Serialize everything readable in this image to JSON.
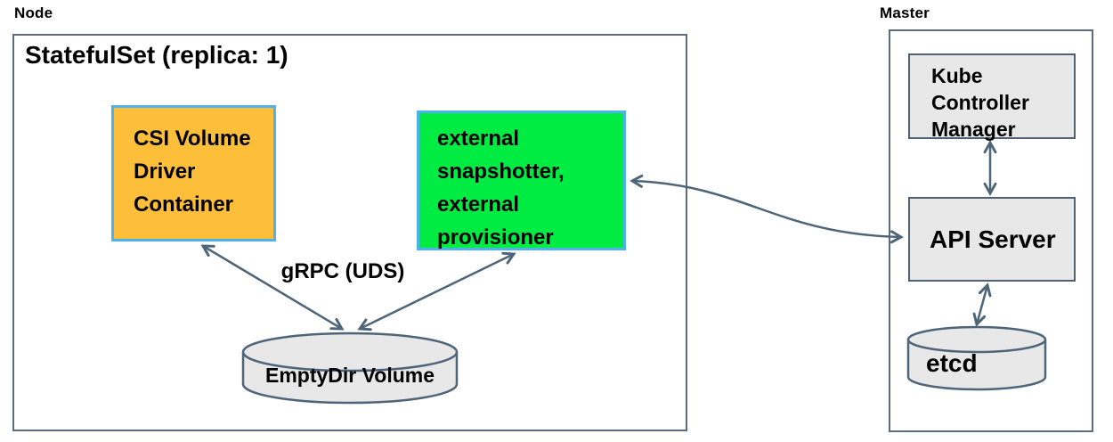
{
  "colors": {
    "arrow": "#4e6478",
    "outer_border": "#5b6c7d",
    "gray_fill": "#e8e8e8",
    "gray_border": "#4f6272",
    "orange_fill": "#fdbe3a",
    "green_fill": "#00ec42",
    "blue_border": "#4db3ee",
    "text": "#000000"
  },
  "node": {
    "label": "Node",
    "statefulset_label": "StatefulSet (replica: 1)",
    "csi_container": {
      "line1": "CSI Volume",
      "line2": "Driver",
      "line3": "Container"
    },
    "sidecars": {
      "line1": "external",
      "line2": "snapshotter,",
      "line3": "external",
      "line4": "provisioner"
    },
    "grpc_arrow_label": "gRPC (UDS)",
    "emptydir_volume_label": "EmptyDir Volume"
  },
  "master": {
    "label": "Master",
    "kube_controller_manager": {
      "line1": "Kube",
      "line2": "Controller",
      "line3": "Manager"
    },
    "api_server_label": "API Server",
    "etcd_label": "etcd"
  }
}
